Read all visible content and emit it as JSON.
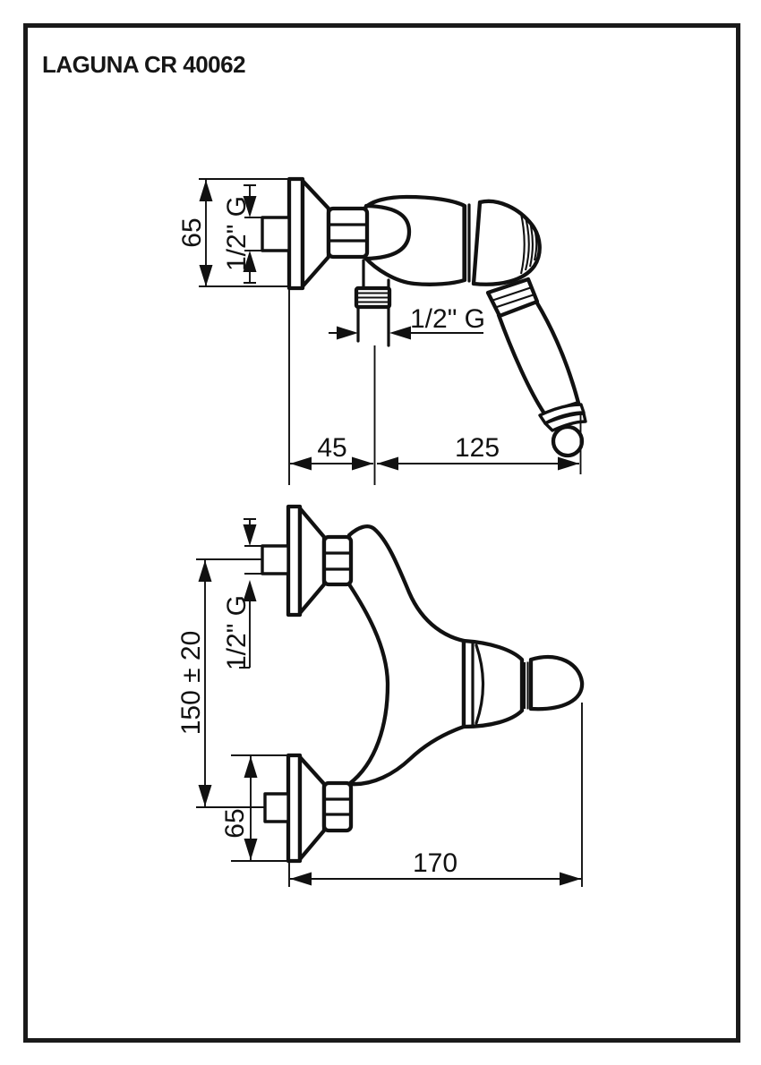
{
  "title": "LAGUNA CR 40062",
  "side_view": {
    "rosette_diameter": "65",
    "inlet_thread": "1/2\" G",
    "outlet_thread": "1/2\" G",
    "wall_to_outlet_distance": "45",
    "outlet_to_handle_distance": "125"
  },
  "front_view": {
    "inlet_thread": "1/2\" G",
    "inlet_centers_distance": "150 ± 20",
    "rosette_diameter": "65",
    "overall_width": "170"
  },
  "colors": {
    "line": "#111111",
    "frame": "#1a1a1a",
    "background": "#ffffff"
  }
}
